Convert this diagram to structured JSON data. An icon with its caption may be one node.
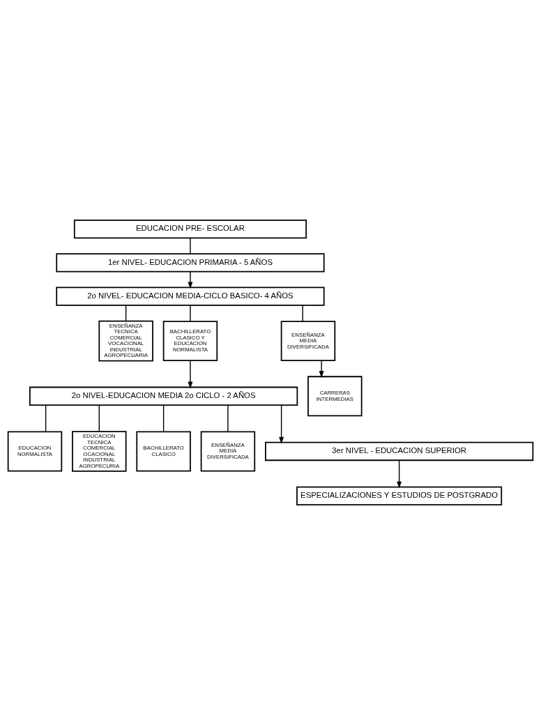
{
  "diagram": {
    "nodes": [
      {
        "text": [
          "EDUCACION PRE- ESCOLAR"
        ]
      },
      {
        "text": [
          "1er NIVEL- EDUCACION PRIMARIA - 5 AÑOS"
        ]
      },
      {
        "text": [
          "2o NIVEL- EDUCACION MEDIA-CICLO BASICO- 4 AÑOS"
        ]
      },
      {
        "text": [
          "ENSEÑANZA TECNICA COMERCIAL VOCACIONAL INDUSTRIAL AGROPECUARIA"
        ]
      },
      {
        "text": [
          "BACHILLERATO CLASICO Y EDUCACION NORMALISTA"
        ]
      },
      {
        "text": [
          "ENSEÑANZA MEDIA DIVERSIFICADA"
        ]
      },
      {
        "text": [
          "CARRERAS INTERMEDIAS"
        ]
      },
      {
        "text": [
          "2o NIVEL-EDUCACION MEDIA 2o CICLO - 2 AÑOS"
        ]
      },
      {
        "text": [
          "EDUCACION NORMALISTA"
        ]
      },
      {
        "text": [
          "EDUCACION TECNICA COMERCIAL OCACIONAL INDUSTRIAL AGROPECURIA"
        ]
      },
      {
        "text": [
          "BACHILLERATO CLASICO"
        ]
      },
      {
        "text": [
          "ENSEÑANZA MEDIA DIVERSIFICADA"
        ]
      },
      {
        "text": [
          "3er NIVEL - EDUCACION SUPERIOR"
        ]
      },
      {
        "text": [
          "ESPECIALIZACIONES Y ESTUDIOS DE POSTGRADO"
        ]
      }
    ],
    "edges": [
      {
        "from": 0,
        "to": 1,
        "arrow": "none"
      },
      {
        "from": 1,
        "to": 2,
        "arrow": "to"
      },
      {
        "from": 2,
        "to": 3,
        "arrow": "none"
      },
      {
        "from": 2,
        "to": 4,
        "arrow": "none"
      },
      {
        "from": 2,
        "to": 5,
        "arrow": "none"
      },
      {
        "from": 5,
        "to": 6,
        "arrow": "to"
      },
      {
        "from": 4,
        "to": 7,
        "arrow": "to"
      },
      {
        "from": 7,
        "to": 8,
        "arrow": "none"
      },
      {
        "from": 7,
        "to": 9,
        "arrow": "none"
      },
      {
        "from": 7,
        "to": 10,
        "arrow": "none"
      },
      {
        "from": 7,
        "to": 11,
        "arrow": "none"
      },
      {
        "from": 7,
        "to": 12,
        "arrow": "to"
      },
      {
        "from": 12,
        "to": 13,
        "arrow": "to"
      }
    ]
  }
}
